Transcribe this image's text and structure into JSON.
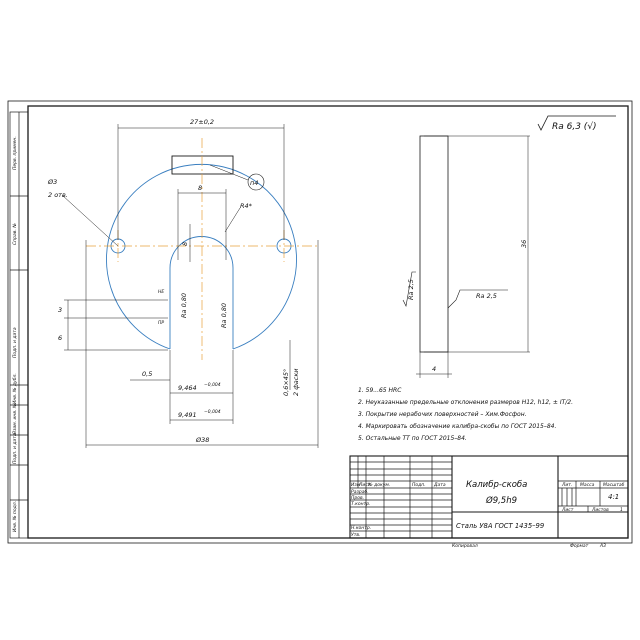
{
  "colors": {
    "ink": "#1a1a1a",
    "contour": "#3a7fc0",
    "axis": "#e8a23c"
  },
  "drawing": {
    "roughness_symbol": "Ra 6,3 (√)",
    "dims": {
      "width_top": "27±0,2",
      "slot_width": "8",
      "slot_depth": "8",
      "radius": "R4*",
      "hole": "Ø3",
      "hole_count": "2 отв.",
      "mark_box": "п4",
      "ra_left": "Ra 0,80",
      "ra_right": "Ra 0,80",
      "dim_3": "3",
      "dim_6": "6",
      "dim_05": "0,5",
      "go_size": "9,464",
      "go_tol": "−0,004",
      "nogo_size": "9,491",
      "nogo_tol": "−0,004",
      "chamfer": "0,6×45°",
      "chamfer2": "2 фаски",
      "diameter": "Ø38",
      "side_height": "36",
      "side_thick": "4",
      "ra_side1": "Ra 2,5",
      "ra_side2": "Ra 2,5",
      "marker_pr": "ПР",
      "marker_ne": "НЕ"
    },
    "notes": [
      "1. 59...65 HRC",
      "2. Неуказанные предельные отклонения размеров H12, h12, ± IT/2.",
      "3. Покрытие нерабочих поверхностей – Хим.Фосфон.",
      "4. Маркировать обозначение калибра-скобы по ГОСТ 2015–84.",
      "5. Остальные ТТ по ГОСТ 2015–84."
    ]
  },
  "side_stamp": [
    "Перв. примен.",
    "Справ. №",
    "Подп. и дата",
    "Инв. № дубл.",
    "Взам. инв. №",
    "Подп. и дата",
    "Инв. № подл."
  ],
  "title_block": {
    "part_name": "Калибр-скоба",
    "part_size": "Ø9,5h9",
    "material": "Сталь У8А ГОСТ 1435–99",
    "headers": {
      "izm": "Изм",
      "list": "Лист",
      "doc": "№ докум.",
      "sign": "Подп.",
      "date": "Дата"
    },
    "roles": [
      "Разраб.",
      "Пров.",
      "Т.контр.",
      "",
      "Н.контр.",
      "Утв."
    ],
    "lit": "Лит.",
    "massa": "Масса",
    "masshtab": "Масштаб",
    "scale": "4:1",
    "sheet": "Лист",
    "sheets": "Листов",
    "sheets_val": "1",
    "copied": "Копировал",
    "format": "Формат",
    "format_val": "А3"
  }
}
